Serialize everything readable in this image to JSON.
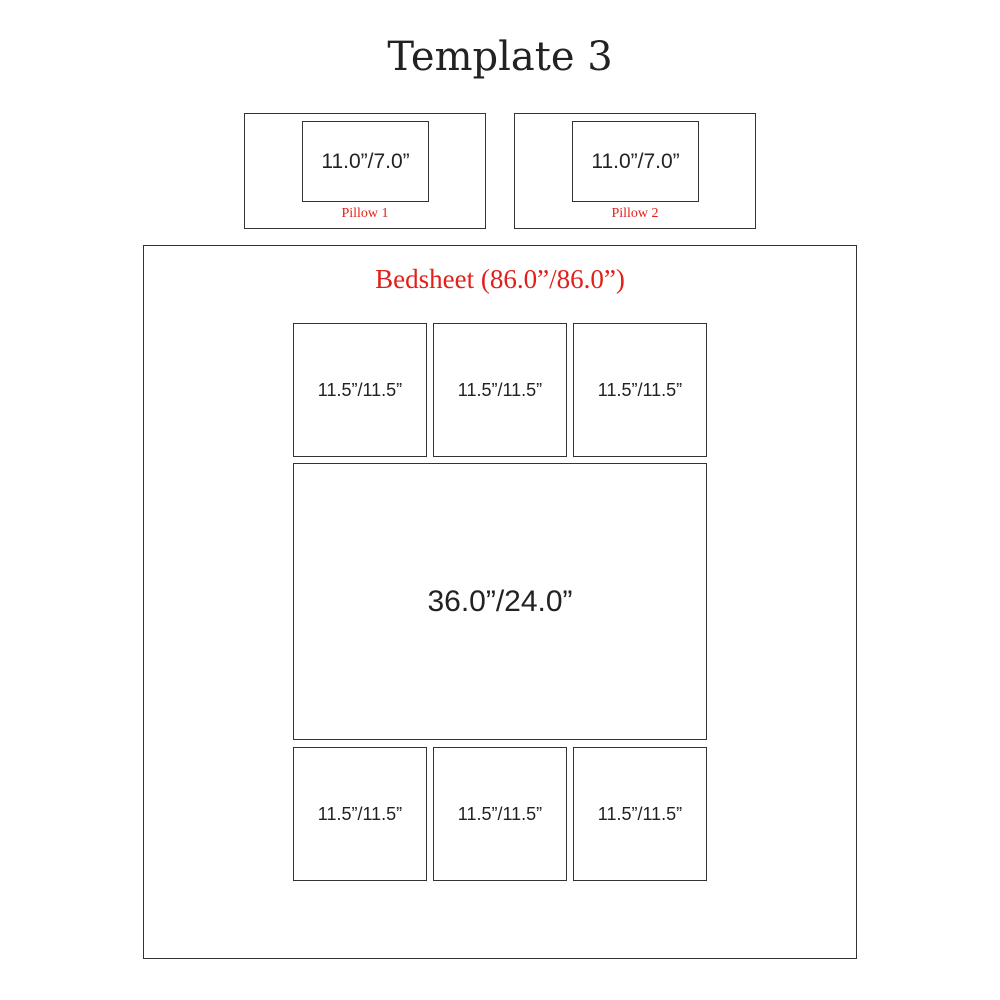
{
  "title": "Template 3",
  "colors": {
    "accent": "#e0201b",
    "border": "#333333"
  },
  "pillows": [
    {
      "label": "Pillow 1",
      "photo_size": "11.0”/7.0”"
    },
    {
      "label": "Pillow 2",
      "photo_size": "11.0”/7.0”"
    }
  ],
  "bedsheet": {
    "label": "Bedsheet (86.0”/86.0”)",
    "top_row": [
      "11.5”/11.5”",
      "11.5”/11.5”",
      "11.5”/11.5”"
    ],
    "center": "36.0”/24.0”",
    "bottom_row": [
      "11.5”/11.5”",
      "11.5”/11.5”",
      "11.5”/11.5”"
    ]
  }
}
